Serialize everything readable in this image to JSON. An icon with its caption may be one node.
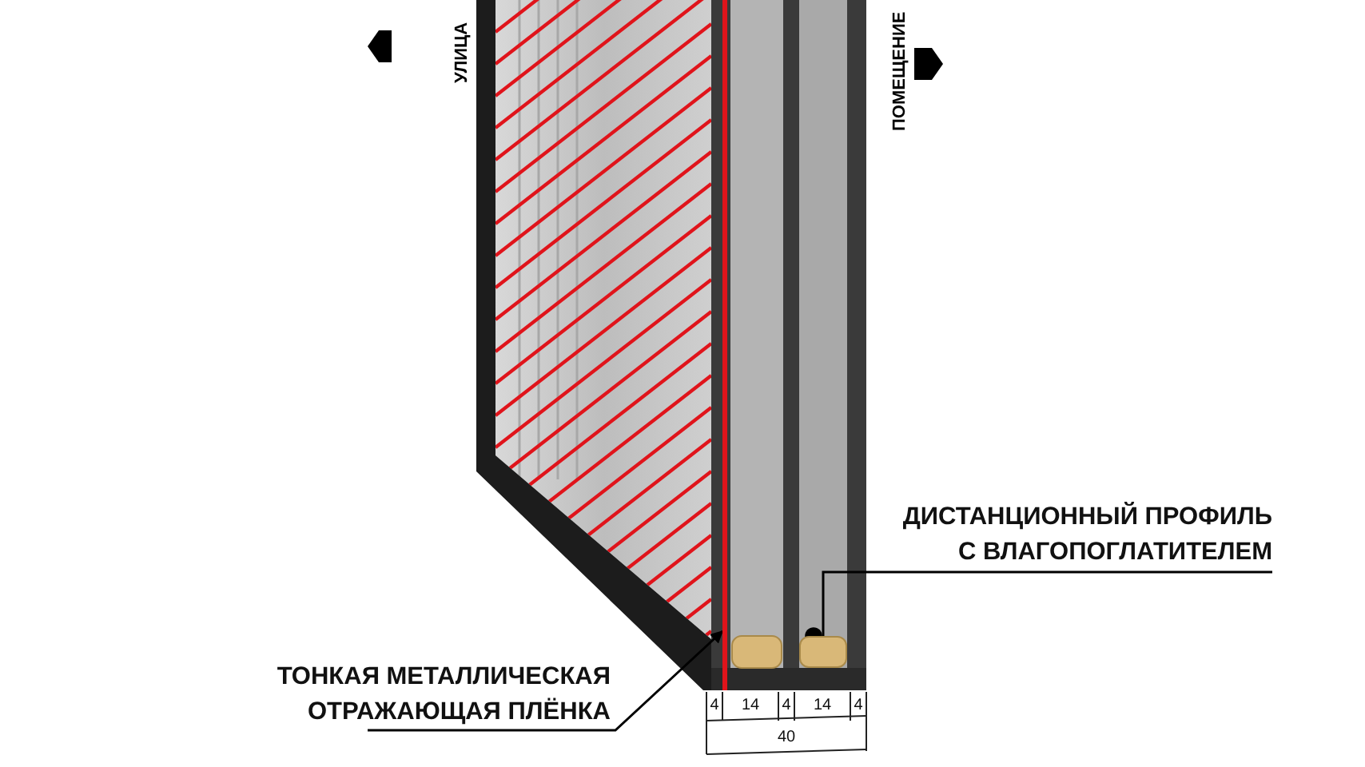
{
  "diagram": {
    "nodes": [
      {
        "text": [
          "ТОНКАЯ МЕТАЛЛИЧЕСКАЯ ОТРАЖАЮЩАЯ ПЛЁНКА"
        ]
      },
      {
        "text": [],
        "shape": "bar"
      },
      {
        "text": [
          "ДИСТАНЦИОННЫЙ ПРОФИЛЬ С ВЛАГОПОГЛАТИТЕЛЕМ"
        ]
      },
      {
        "text": [],
        "shape": "box"
      }
    ],
    "edges": [
      {
        "from": 0,
        "to": 1,
        "arrow": "to"
      },
      {
        "from": 2,
        "to": 3,
        "arrow": "other"
      }
    ],
    "labels": [
      "УЛИЦА",
      "ПОМЕЩЕНИЕ",
      "4",
      "14",
      "4",
      "14",
      "4",
      "40"
    ]
  }
}
